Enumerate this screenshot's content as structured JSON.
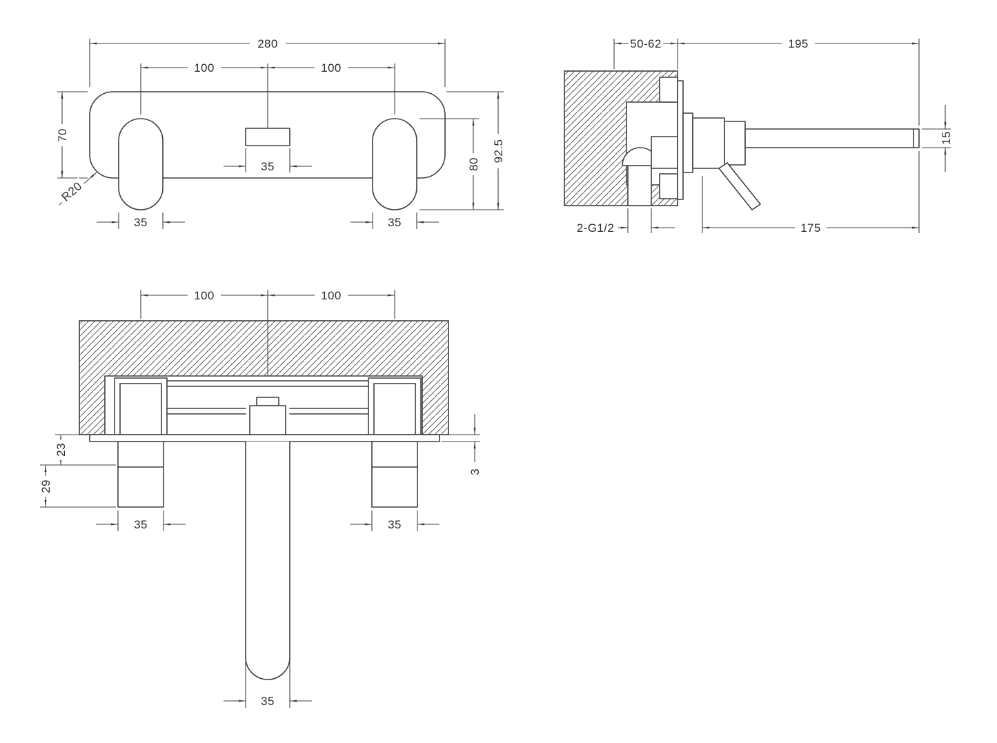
{
  "drawing": {
    "background": "#ffffff",
    "line_color": "#3f3f3f",
    "type": "technical-dimension-drawing"
  },
  "front_view": {
    "overall_width": "280",
    "spacing_left": "100",
    "spacing_right": "100",
    "plate_height": "70",
    "corner_radius": "R20",
    "spout_width": "35",
    "hole_width_left": "35",
    "hole_width_right": "35",
    "valve_height": "80",
    "overall_height": "92.5"
  },
  "side_view": {
    "recess_depth": "50-62",
    "spout_reach": "195",
    "spout_thickness": "15",
    "inlet_thread": "2-G1/2",
    "spout_projection": "175"
  },
  "section_view": {
    "spacing_left": "100",
    "spacing_right": "100",
    "plate_to_shoulder": "23",
    "shoulder_to_end": "29",
    "plate_thickness": "3",
    "hole_width_left": "35",
    "hole_width_right": "35",
    "spout_width": "35"
  }
}
